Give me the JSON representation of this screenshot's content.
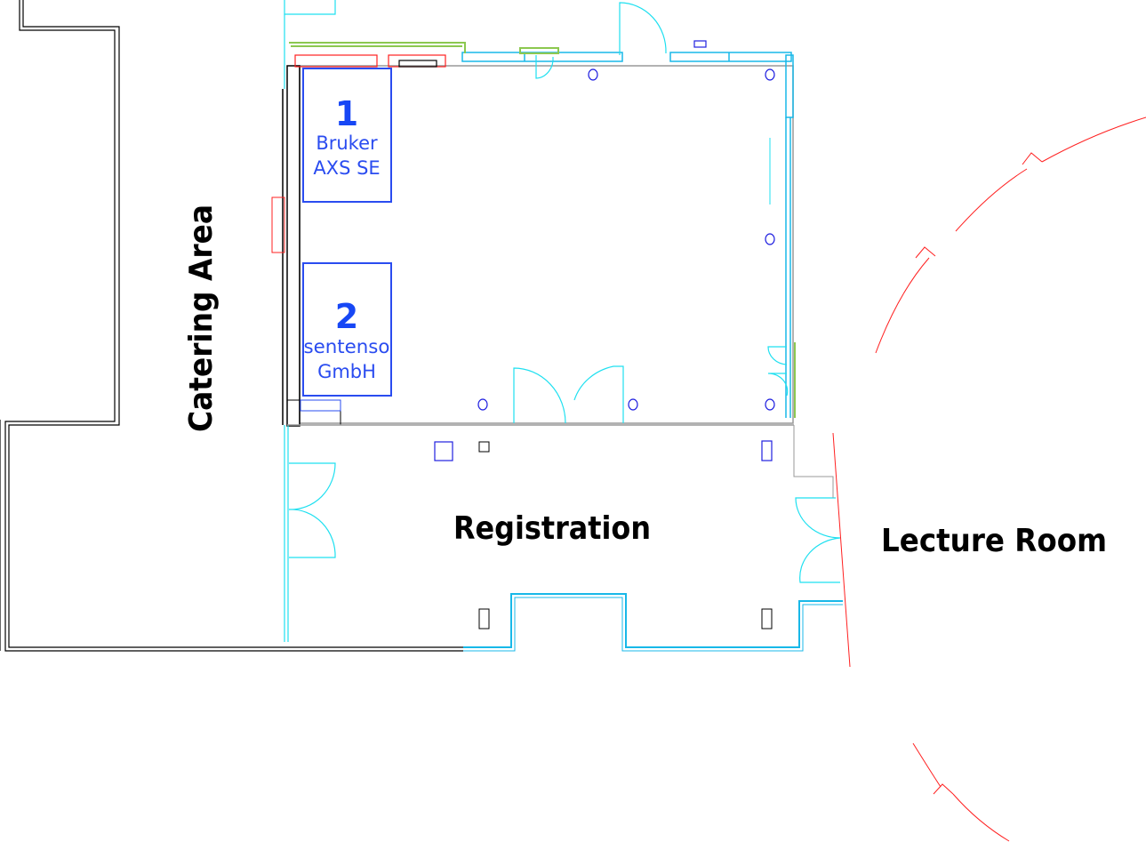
{
  "rooms": {
    "catering": "Catering Area",
    "registration": "Registration",
    "lecture": "Lecture Room"
  },
  "booths": [
    {
      "number": "1",
      "name_line1": "Bruker",
      "name_line2": "AXS SE"
    },
    {
      "number": "2",
      "name_line1": "sentenso",
      "name_line2": "GmbH"
    }
  ],
  "colors": {
    "booth": "#2a4cf0",
    "glass": "#1fe0f0",
    "window": "#18b8e8",
    "wall": "#000000",
    "red_lines": "#ff2020",
    "green": "#8cc850"
  }
}
